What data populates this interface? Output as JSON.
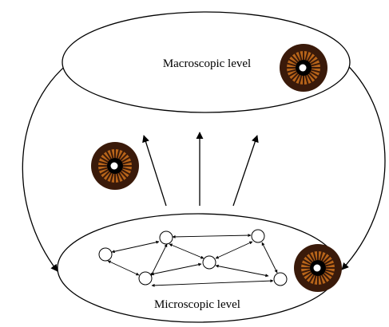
{
  "diagram": {
    "macro_label": "Macroscopic level",
    "micro_label": "Microscopic level",
    "eye_icon_count": 3,
    "colors": {
      "line": "#000000",
      "node_fill": "#ffffff",
      "eye_dark": "#3a1a0a",
      "eye_iris": "#b8651a",
      "eye_pupil": "#000000",
      "eye_highlight": "#ffffff"
    }
  }
}
